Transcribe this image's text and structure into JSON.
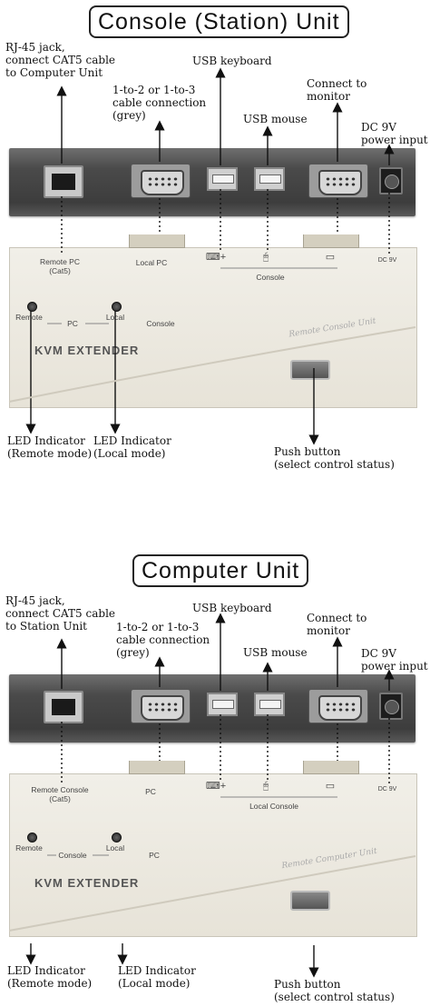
{
  "sections": [
    {
      "title": "Console (Station) Unit",
      "top_labels": {
        "rj45": "RJ-45 jack,\nconnect CAT5 cable\nto Computer Unit",
        "cable": "1-to-2 or 1-to-3\ncable connection\n(grey)",
        "usb_keyboard": "USB keyboard",
        "usb_mouse": "USB mouse",
        "monitor": "Connect to\nmonitor",
        "power": "DC 9V\npower input"
      },
      "front": {
        "remote_port": "Remote PC\n(Cat5)",
        "local_port": "Local PC",
        "console_group": "Console",
        "dc_small": "DC 9V",
        "led1": "Remote",
        "led2": "Local",
        "mode_left": "PC",
        "mode_right": "Console",
        "brand": "KVM EXTENDER",
        "unit_name": "Remote Console Unit"
      },
      "bottom_labels": {
        "led_remote": "LED Indicator\n(Remote mode)",
        "led_local": "LED Indicator\n(Local mode)",
        "push": "Push button\n(select control status)"
      }
    },
    {
      "title": "Computer Unit",
      "top_labels": {
        "rj45": "RJ-45 jack,\nconnect CAT5 cable\nto Station Unit",
        "cable": "1-to-2 or 1-to-3\ncable connection\n(grey)",
        "usb_keyboard": "USB keyboard",
        "usb_mouse": "USB mouse",
        "monitor": "Connect to\nmonitor",
        "power": "DC 9V\npower input"
      },
      "front": {
        "remote_port": "Remote Console\n(Cat5)",
        "local_port": "PC",
        "console_group": "Local Console",
        "dc_small": "DC 9V",
        "led1": "Remote",
        "led2": "Local",
        "mode_left": "Console",
        "mode_right": "PC",
        "brand": "KVM EXTENDER",
        "unit_name": "Remote Computer Unit"
      },
      "bottom_labels": {
        "led_remote": "LED Indicator\n(Remote mode)",
        "led_local": "LED Indicator\n(Local mode)",
        "push": "Push button\n(select control status)"
      }
    }
  ]
}
